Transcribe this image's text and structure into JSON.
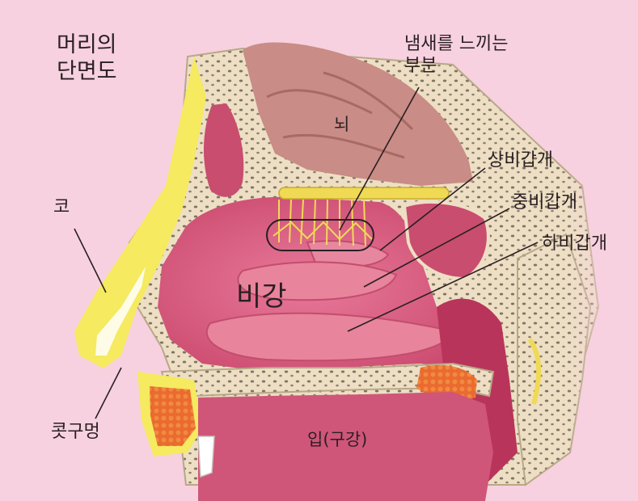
{
  "labels": {
    "title": "머리의\n단면도",
    "olfactory": "냄새를 느끼는\n부분",
    "brain": "뇌",
    "superior_turbinate": "상비갑개",
    "middle_turbinate": "중비갑개",
    "inferior_turbinate": "하비갑개",
    "nose": "코",
    "nasal_cavity": "비강",
    "nostril": "콧구멍",
    "mouth": "입(구강)"
  },
  "colors": {
    "background": "#f7d1df",
    "bone": "#eedfc4",
    "cavity": "#d95a7a",
    "deep_tissue": "#b9345a",
    "fat": "#f5ea60",
    "marrow": "#e8642a",
    "brain": "#c98c86",
    "nerve": "#f0da55",
    "leader_line": "#2a1f22"
  }
}
